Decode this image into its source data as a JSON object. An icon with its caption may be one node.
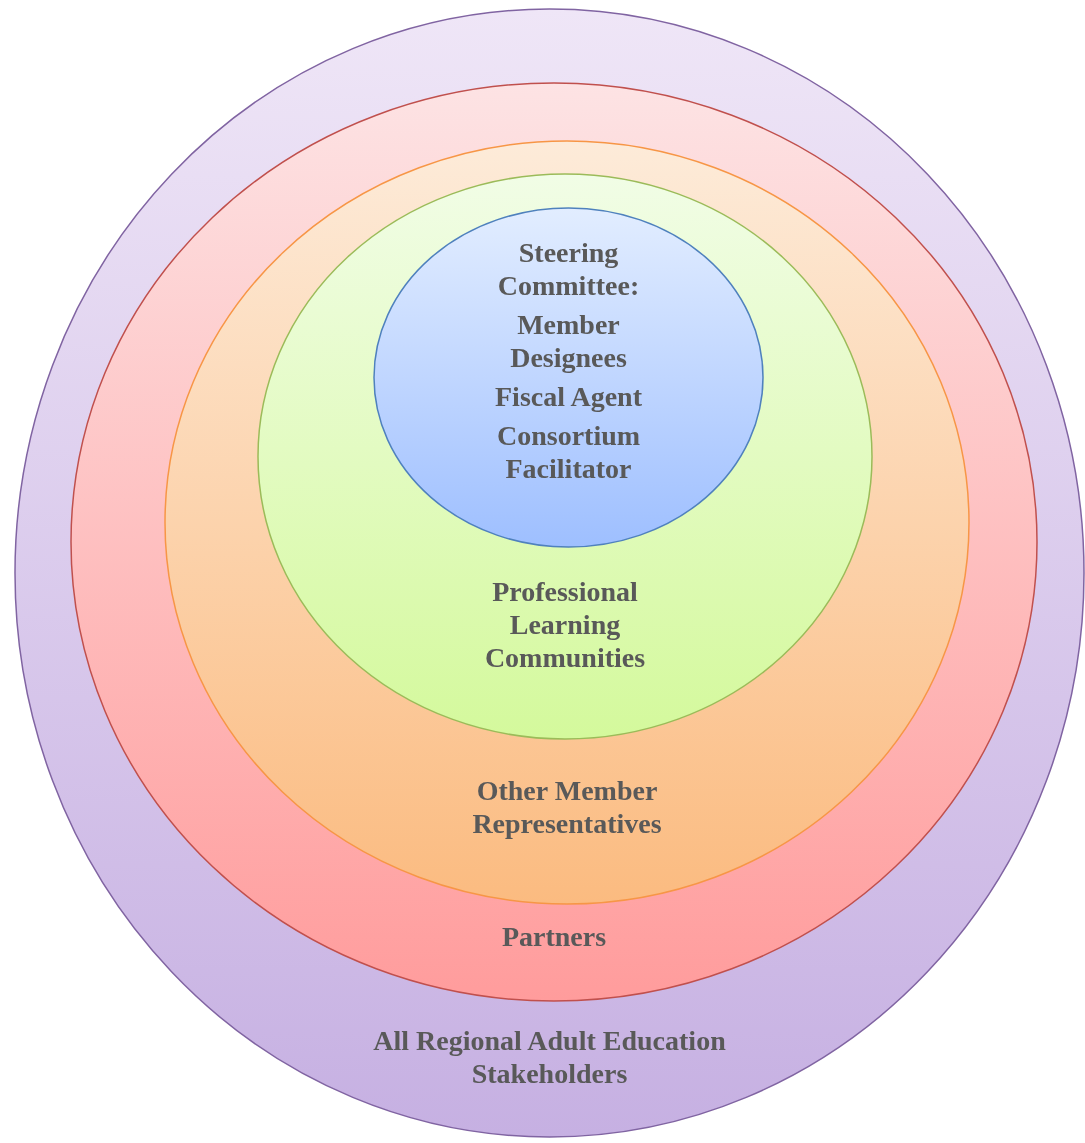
{
  "diagram": {
    "nodes": [
      {
        "text": [
          "All Regional Adult Education Stakeholders"
        ]
      },
      {
        "text": [
          "Partners"
        ],
        "in": 0
      },
      {
        "text": [
          "Other Member Representatives"
        ],
        "in": 1
      },
      {
        "text": [
          "Professional Learning Communities"
        ],
        "in": 2
      },
      {
        "text": [
          "Steering Committee:",
          "Member Designees",
          "Fiscal Agent",
          "Consortium Facilitator"
        ],
        "in": 3
      }
    ]
  }
}
